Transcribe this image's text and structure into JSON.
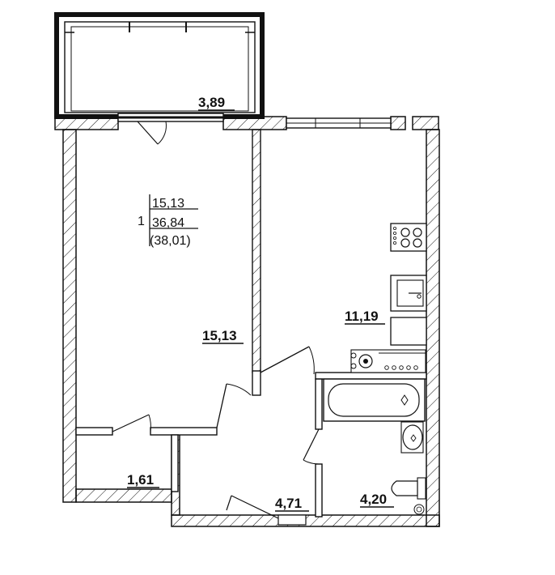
{
  "plan": {
    "summary": {
      "rooms_count": "1",
      "living_area": "15,13",
      "total_area": "36,84",
      "total_with_balcony": "(38,01)"
    },
    "rooms": [
      {
        "id": "balcony",
        "area": "3,89"
      },
      {
        "id": "bedroom",
        "area": "15,13"
      },
      {
        "id": "kitchen",
        "area": "11,19"
      },
      {
        "id": "wardrobe",
        "area": "1,61"
      },
      {
        "id": "hall",
        "area": "4,71"
      },
      {
        "id": "bathroom",
        "area": "4,20"
      }
    ],
    "colors": {
      "wall": "#111111",
      "background": "#ffffff"
    }
  }
}
